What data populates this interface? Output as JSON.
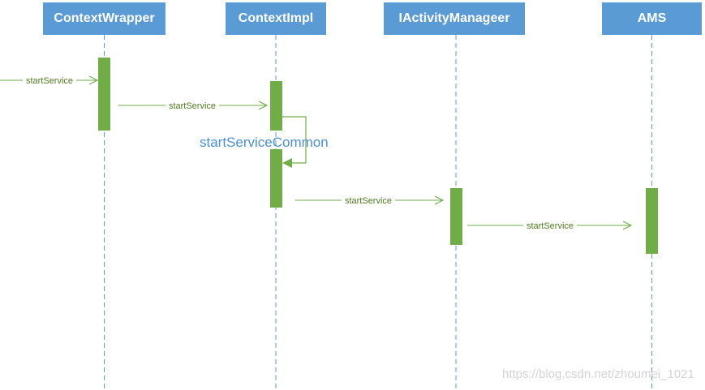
{
  "participants": [
    {
      "label": "ContextWrapper"
    },
    {
      "label": "ContextImpl"
    },
    {
      "label": "IActivityManageer"
    },
    {
      "label": "AMS"
    }
  ],
  "messages": [
    {
      "label": "startService",
      "from": "external",
      "to": "ContextWrapper"
    },
    {
      "label": "startService",
      "from": "ContextWrapper",
      "to": "ContextImpl"
    },
    {
      "label": "startServiceCommon",
      "from": "ContextImpl",
      "to": "ContextImpl"
    },
    {
      "label": "startService",
      "from": "ContextImpl",
      "to": "IActivityManageer"
    },
    {
      "label": "startService",
      "from": "IActivityManageer",
      "to": "AMS"
    }
  ],
  "watermark": "https://blog.csdn.net/zhoumei_1021",
  "colors": {
    "header_fill": "#5b9bd5",
    "header_text": "#ffffff",
    "lifeline": "#5b9bd5",
    "activation": "#70ad47",
    "arrow": "#70ad47",
    "self_label": "#4a90d2"
  }
}
